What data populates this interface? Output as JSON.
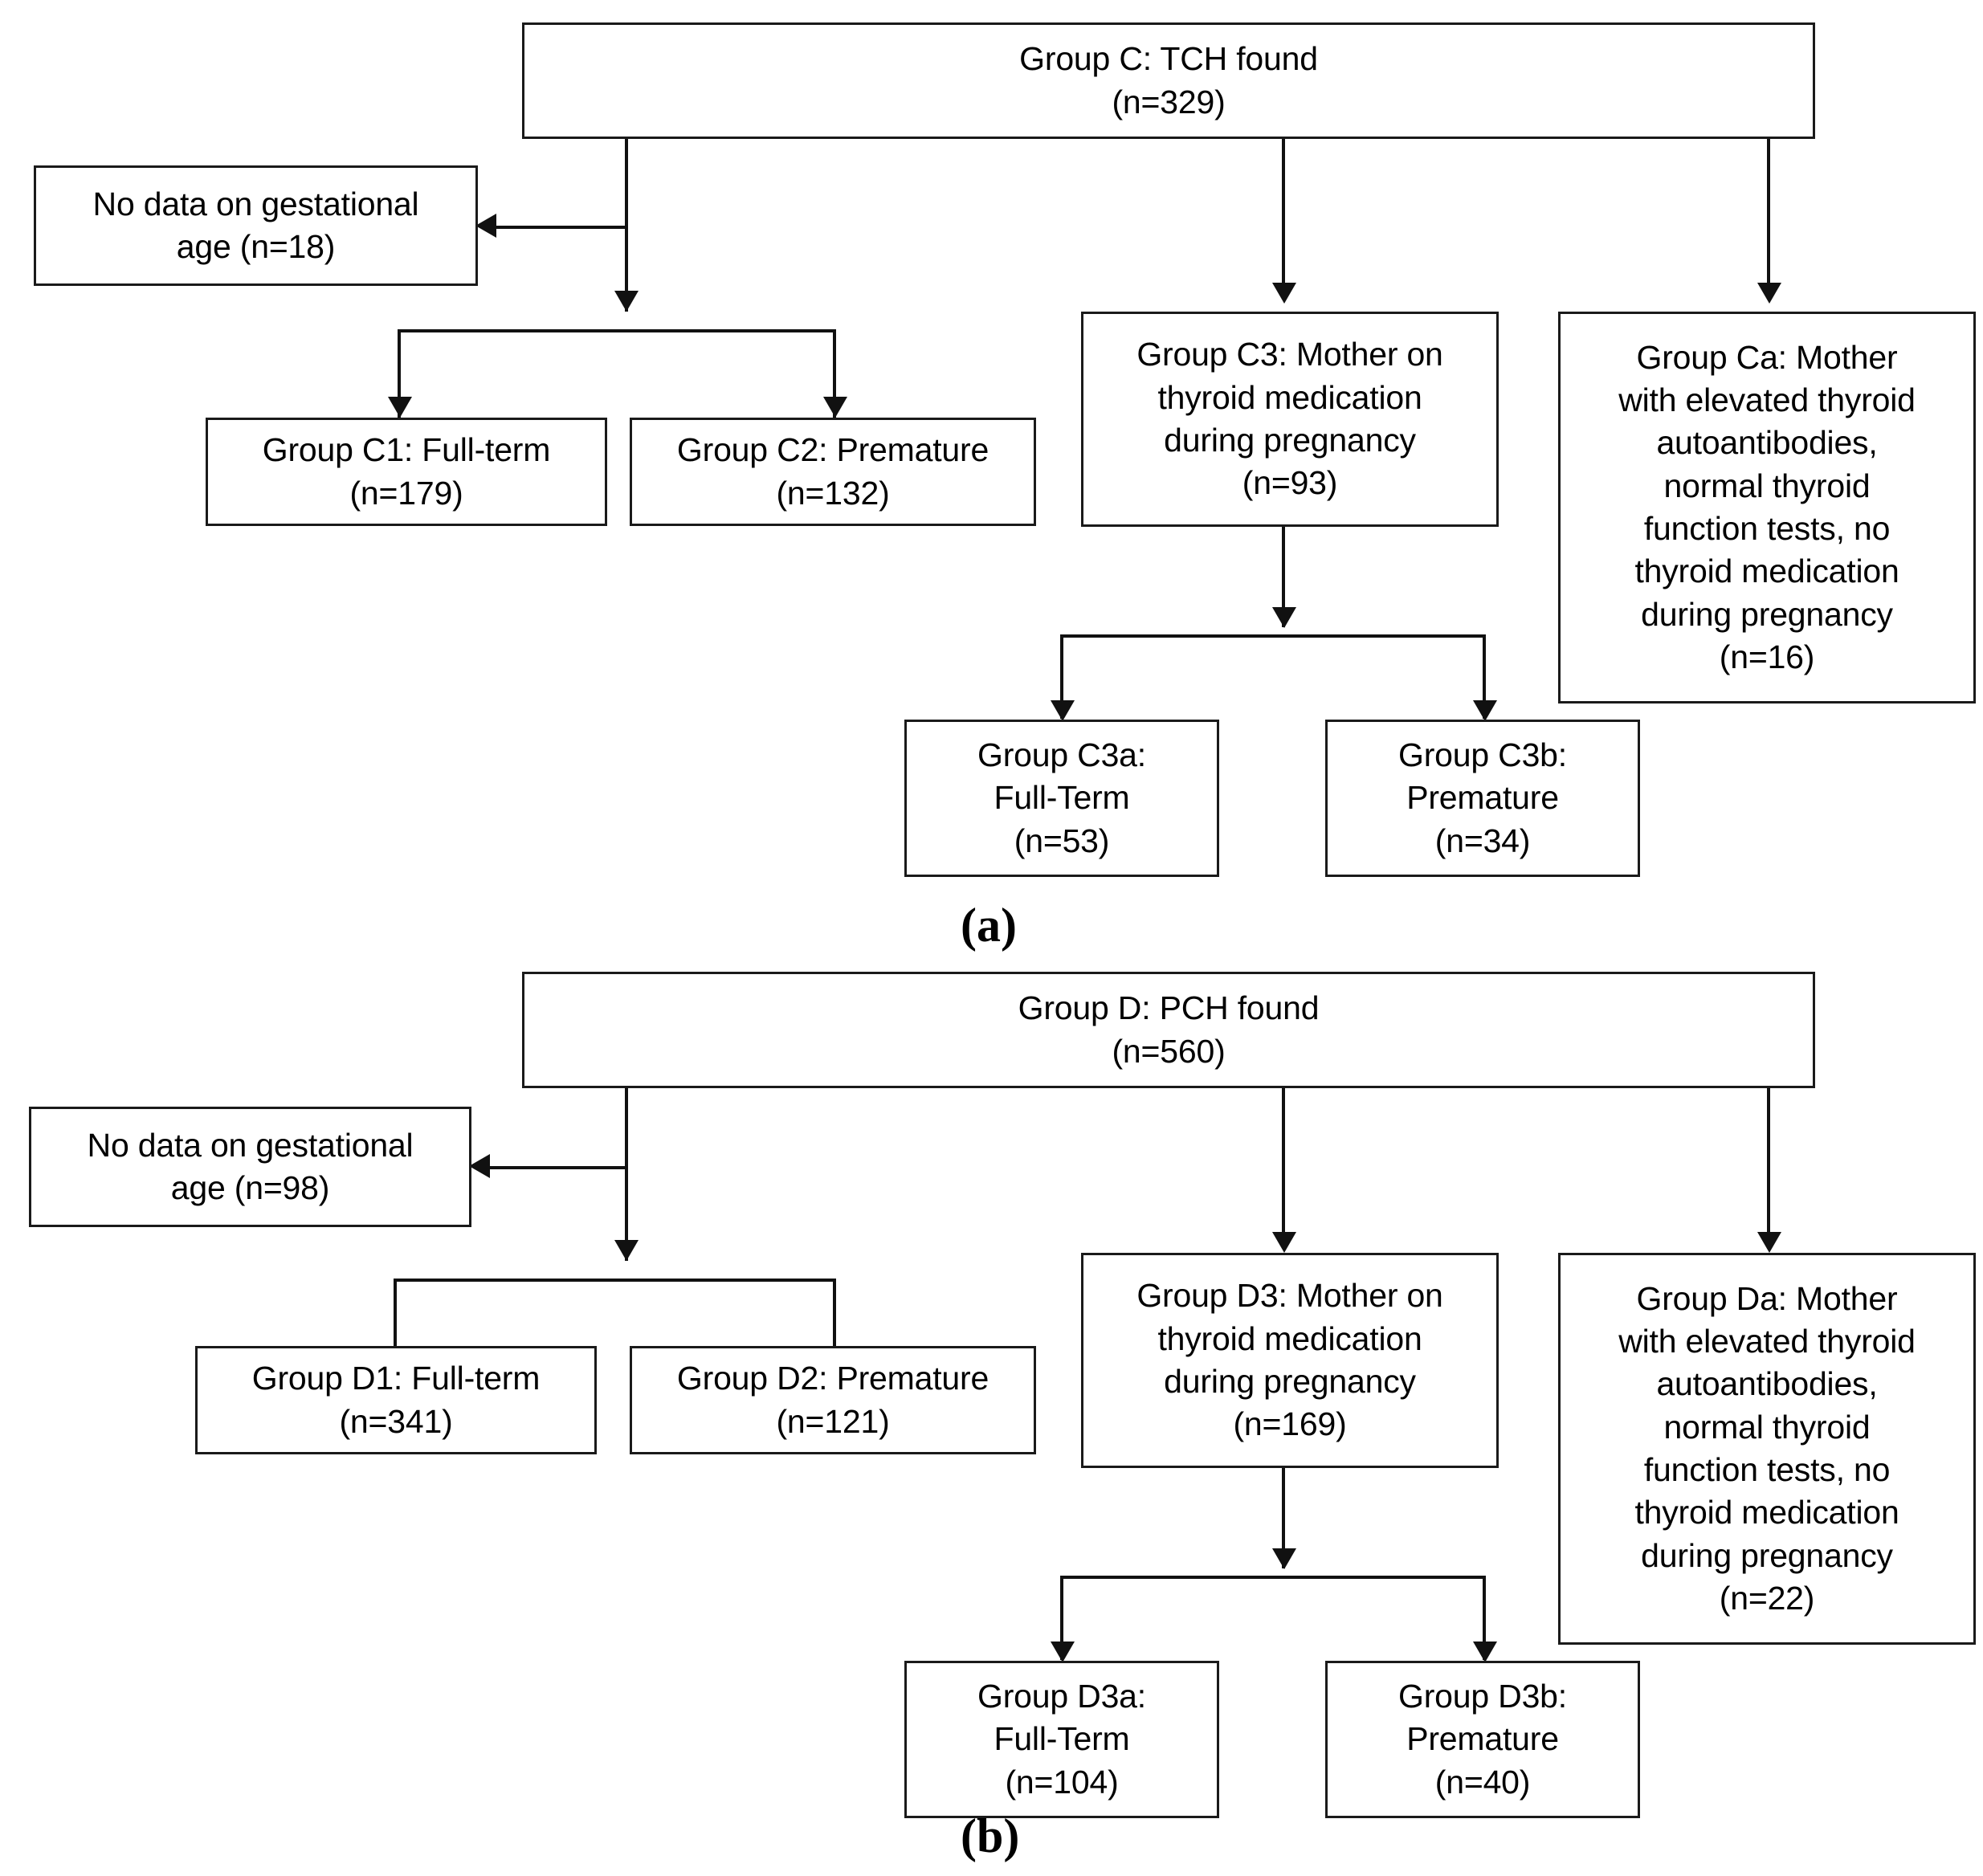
{
  "figure": {
    "panels": [
      {
        "id": "panel-a",
        "caption": "(a)",
        "root": {
          "line1": "Group C: TCH found",
          "line2": "(n=329)"
        },
        "excluded": {
          "line1": "No data on gestational",
          "line2": "age (n=18)"
        },
        "children": [
          {
            "id": "c1",
            "line1": "Group C1: Full-term",
            "line2": "(n=179)"
          },
          {
            "id": "c2",
            "line1": "Group C2: Premature",
            "line2": "(n=132)"
          },
          {
            "id": "c3",
            "line1": "Group C3: Mother on",
            "line2": "thyroid medication",
            "line3": "during pregnancy",
            "line4": "(n=93)"
          },
          {
            "id": "ca",
            "line1": "Group Ca: Mother",
            "line2": "with elevated thyroid",
            "line3": "autoantibodies,",
            "line4": "normal thyroid",
            "line5": "function tests, no",
            "line6": "thyroid medication",
            "line7": "during pregnancy",
            "line8": "(n=16)"
          }
        ],
        "grandchildren": [
          {
            "id": "c3a",
            "line1": "Group C3a:",
            "line2": "Full-Term",
            "line3": "(n=53)"
          },
          {
            "id": "c3b",
            "line1": "Group C3b:",
            "line2": "Premature",
            "line3": "(n=34)"
          }
        ]
      },
      {
        "id": "panel-b",
        "caption": "(b)",
        "root": {
          "line1": "Group D: PCH found",
          "line2": "(n=560)"
        },
        "excluded": {
          "line1": "No data on gestational",
          "line2": "age (n=98)"
        },
        "children": [
          {
            "id": "d1",
            "line1": "Group D1: Full-term",
            "line2": "(n=341)"
          },
          {
            "id": "d2",
            "line1": "Group D2: Premature",
            "line2": "(n=121)"
          },
          {
            "id": "d3",
            "line1": "Group D3: Mother on",
            "line2": "thyroid medication",
            "line3": "during pregnancy",
            "line4": "(n=169)"
          },
          {
            "id": "da",
            "line1": "Group Da: Mother",
            "line2": "with elevated thyroid",
            "line3": "autoantibodies,",
            "line4": "normal thyroid",
            "line5": "function tests, no",
            "line6": "thyroid medication",
            "line7": "during pregnancy",
            "line8": "(n=22)"
          }
        ],
        "grandchildren": [
          {
            "id": "d3a",
            "line1": "Group D3a:",
            "line2": "Full-Term",
            "line3": "(n=104)"
          },
          {
            "id": "d3b",
            "line1": "Group D3b:",
            "line2": "Premature",
            "line3": "(n=40)"
          }
        ]
      }
    ],
    "colors": {
      "stroke": "#111111",
      "box_border": "#1a1a1a",
      "background": "#ffffff"
    }
  }
}
